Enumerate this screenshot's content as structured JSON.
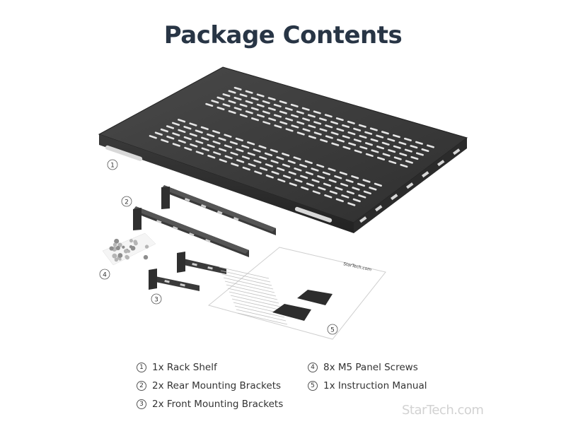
{
  "title": "Package Contents",
  "callouts": [
    "1",
    "2",
    "3",
    "4",
    "5"
  ],
  "manual": {
    "brand": "StarTech.com"
  },
  "legend": [
    {
      "num": "1",
      "text": "1x Rack Shelf"
    },
    {
      "num": "2",
      "text": "2x Rear Mounting Brackets"
    },
    {
      "num": "3",
      "text": "2x Front Mounting Brackets"
    },
    {
      "num": "4",
      "text": "8x M5 Panel Screws"
    },
    {
      "num": "5",
      "text": "1x Instruction Manual"
    }
  ],
  "watermark": "StarTech.com",
  "colors": {
    "title": "#283545",
    "metal": "#3b3b3b",
    "metal_edge": "#2a2a2a",
    "text": "#333333"
  }
}
